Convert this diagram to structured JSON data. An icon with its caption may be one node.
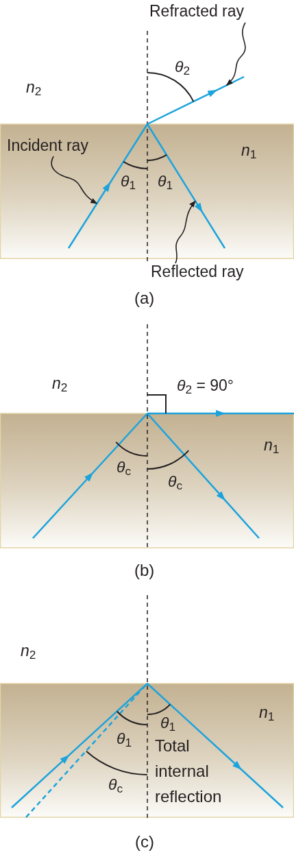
{
  "diagram": {
    "nodes": [
      {
        "text": [
          "Refracted ray"
        ]
      },
      {
        "text": [
          "Incident ray"
        ]
      },
      {
        "text": [
          "Reflected ray"
        ]
      },
      {
        "text": [],
        "shape": "line"
      },
      {
        "text": [],
        "shape": "line"
      },
      {
        "text": [],
        "shape": "line"
      }
    ],
    "edges": [
      {
        "from": 0,
        "to": 3,
        "arrow": "to"
      },
      {
        "from": 1,
        "to": 4,
        "arrow": "to"
      },
      {
        "from": 2,
        "to": 5,
        "arrow": "to"
      }
    ],
    "labels": [
      "*n*$_{2}$",
      "*θ*$_{2}$",
      "*n*$_{1}$",
      "*θ*$_{1}$",
      "*θ*$_{1}$",
      "(a)",
      "*n*$_{2}$",
      "*θ*$_{2}$ = 90°",
      "*n*$_{1}$",
      "*θ*$_{c}$",
      "*θ*$_{c}$",
      "(b)",
      "*n*$_{2}$",
      "*n*$_{1}$",
      "*θ*$_{1}$",
      "*θ*$_{1}$",
      "Total internal reflection",
      "*θ*$_{c}$",
      "(c)"
    ]
  }
}
